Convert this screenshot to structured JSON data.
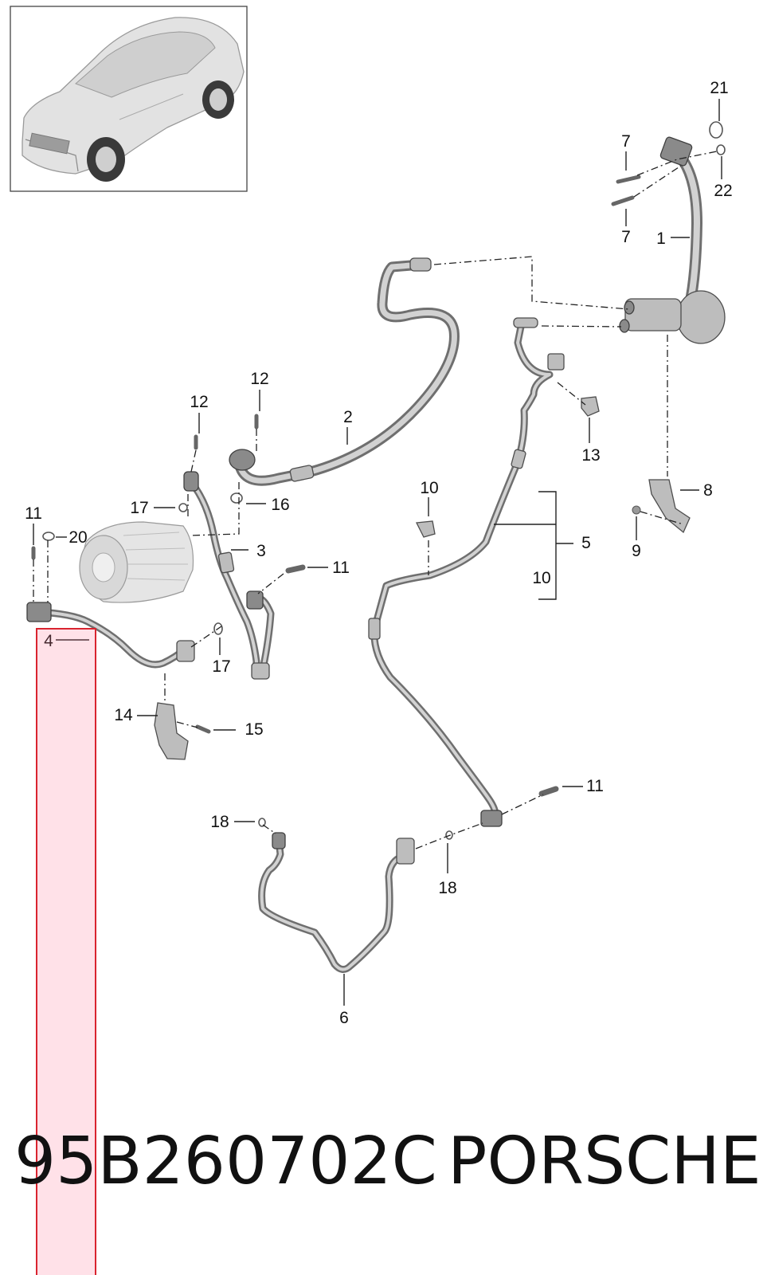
{
  "diagram": {
    "callouts": {
      "c1": "1",
      "c2": "2",
      "c3": "3",
      "c4": "4",
      "c5": "5",
      "c6": "6",
      "c7a": "7",
      "c7b": "7",
      "c8": "8",
      "c9": "9",
      "c10a": "10",
      "c10b": "10",
      "c11a": "11",
      "c11b": "11",
      "c11c": "11",
      "c12a": "12",
      "c12b": "12",
      "c13": "13",
      "c14": "14",
      "c15": "15",
      "c16": "16",
      "c17a": "17",
      "c17b": "17",
      "c18a": "18",
      "c18b": "18",
      "c20": "20",
      "c21": "21",
      "c22": "22"
    }
  },
  "footer": {
    "part_number": "95B260702C",
    "brand": "PORSCHE"
  },
  "highlight": {
    "label": "4",
    "color": "#d9242f"
  }
}
